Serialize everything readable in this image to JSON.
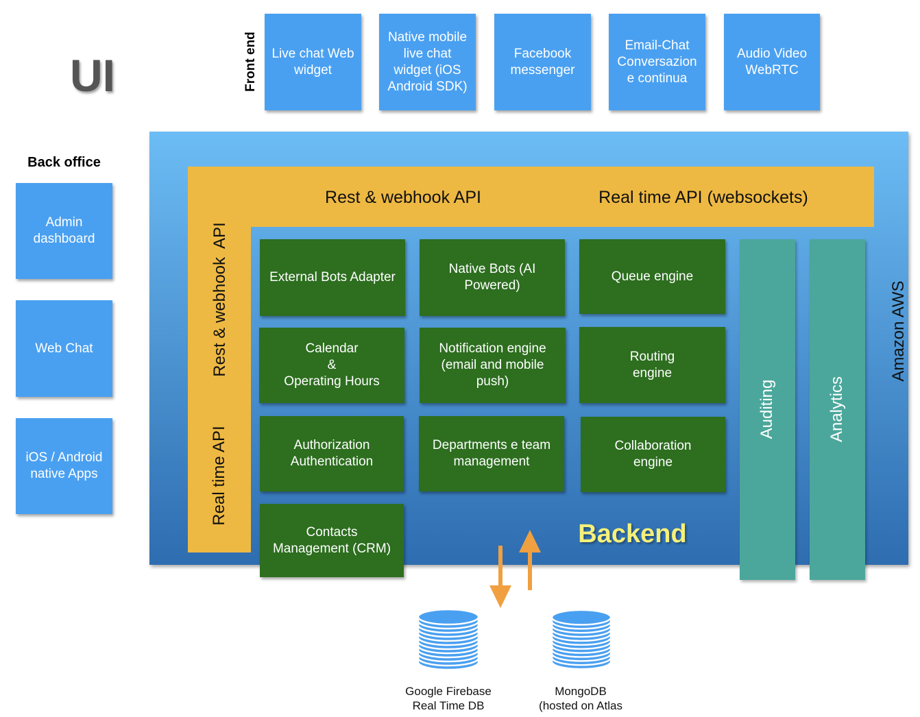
{
  "ui_label": "UI",
  "front_end": {
    "label": "Front end",
    "boxes": [
      "Live chat Web\nwidget",
      "Native mobile\nlive chat\nwidget (iOS\nAndroid SDK)",
      "Facebook\nmessenger",
      "Email-Chat\nConversazion\ne continua",
      "Audio Video\nWebRTC"
    ]
  },
  "back_office": {
    "label": "Back office",
    "boxes": [
      "Admin\ndashboard",
      "Web Chat",
      "iOS / Android\nnative Apps"
    ]
  },
  "api_bar": {
    "rest_top": "Rest & webhook API",
    "realtime_top": "Real time API (websockets)",
    "rest_side": "Rest & webhook  API",
    "realtime_side": "Real time API"
  },
  "services": [
    "External Bots Adapter",
    "Native Bots (AI\nPowered)",
    "Queue engine",
    "Calendar\n&\nOperating Hours",
    "Notification engine\n(email and mobile\npush)",
    "Routing\nengine",
    "Authorization\nAuthentication",
    "Departments e team\nmanagement",
    "Collaboration\nengine",
    "Contacts\nManagement (CRM)"
  ],
  "side_columns": [
    "Auditing",
    "Analytics"
  ],
  "cloud_label": "Amazon AWS",
  "backend_label": "Backend",
  "databases": [
    "Google Firebase\nReal Time DB",
    "MongoDB\n(hosted on Atlas"
  ],
  "colors": {
    "frontend_box": "#4aa0f0",
    "backend_bg_top": "#6cbcf5",
    "backend_bg_bottom": "#2e6db0",
    "api_bar": "#eeb943",
    "service_box": "#2d6e1f",
    "side_column": "#4ba79b",
    "backend_text": "#f4f07a",
    "arrow": "#f0a040",
    "ui_text": "#555555"
  }
}
